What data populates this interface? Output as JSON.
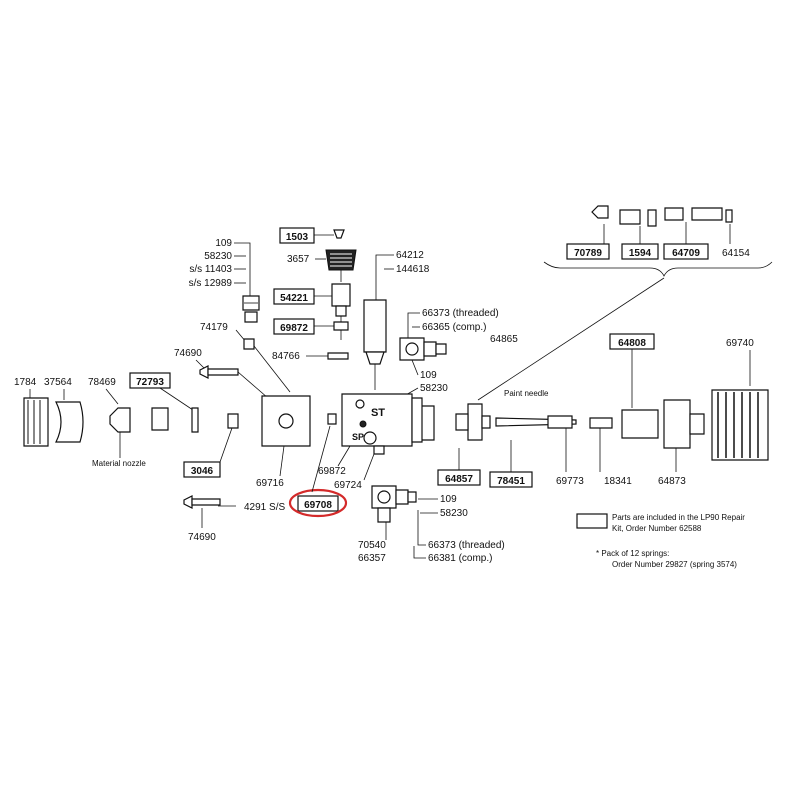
{
  "diagram": {
    "labels": {
      "p109_top": "109",
      "p58230_top": "58230",
      "p11403": "s/s 11403",
      "p12989": "s/s 12989",
      "p1503": "1503",
      "p3657": "3657",
      "p54221": "54221",
      "p64212": "64212",
      "p144618": "144618",
      "p69872_top": "69872",
      "p84766": "84766",
      "p74179": "74179",
      "p74690_top": "74690",
      "p66373_top": "66373 (threaded)",
      "p66365": "66365 (comp.)",
      "p109_mid": "109",
      "p58230_mid": "58230",
      "p64865": "64865",
      "p70789": "70789",
      "p1594": "1594",
      "p64709": "64709",
      "p64154": "64154",
      "p64808": "64808",
      "p69740": "69740",
      "p1784": "1784",
      "p37564": "37564",
      "p78469": "78469",
      "p72793": "72793",
      "p3046": "3046",
      "p69716": "69716",
      "p4291": "4291 S/S",
      "p69708": "69708",
      "p69872_low": "69872",
      "p69724": "69724",
      "p74690_bot": "74690",
      "p64857": "64857",
      "p78451": "78451",
      "p69773": "69773",
      "p18341": "18341",
      "p64873": "64873",
      "p109_bot": "109",
      "p58230_bot": "58230",
      "p70540": "70540",
      "p66357": "66357",
      "p66373_bot": "66373 (threaded)",
      "p66381": "66381 (comp.)",
      "material_nozzle": "Material nozzle",
      "paint_needle": "Paint needle",
      "body_st": "ST",
      "body_sp": "SP"
    },
    "notes": {
      "repair_kit_line1": "Parts are included in the LP90 Repair",
      "repair_kit_line2": "Kit, Order Number 62588",
      "springs_line1": "*  Pack of 12 springs:",
      "springs_line2": "Order Number 29827 (spring 3574)"
    },
    "highlighted_part": "69708",
    "colors": {
      "highlight": "#d42a2a",
      "ink": "#111111"
    }
  }
}
